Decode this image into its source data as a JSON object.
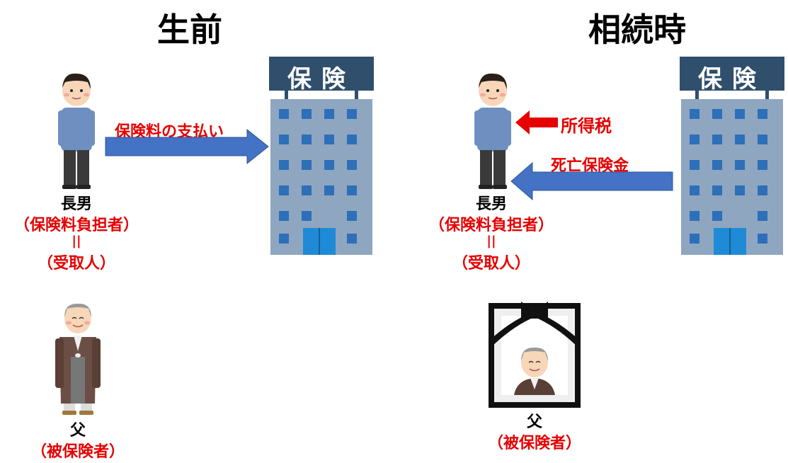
{
  "left": {
    "heading": "生前",
    "arrow_label": "保険料の支払い",
    "son": {
      "name": "長男",
      "role": "（保険料負担者）",
      "eq": "||",
      "role2": "（受取人）"
    },
    "father": {
      "name": "父",
      "role": "（被保険者）"
    },
    "building_sign": "保険"
  },
  "right": {
    "heading": "相続時",
    "tax_label": "所得税",
    "payout_label": "死亡保険金",
    "son": {
      "name": "長男",
      "role": "（保険料負担者）",
      "eq": "||",
      "role2": "（受取人）"
    },
    "father": {
      "name": "父",
      "role": "（被保険者）"
    },
    "building_sign": "保険"
  },
  "colors": {
    "accent_red": "#e60000",
    "arrow_blue": "#4472c4",
    "building": "#8fa6c1",
    "window": "#2d6fb8",
    "sign": "#2f4f6c"
  }
}
